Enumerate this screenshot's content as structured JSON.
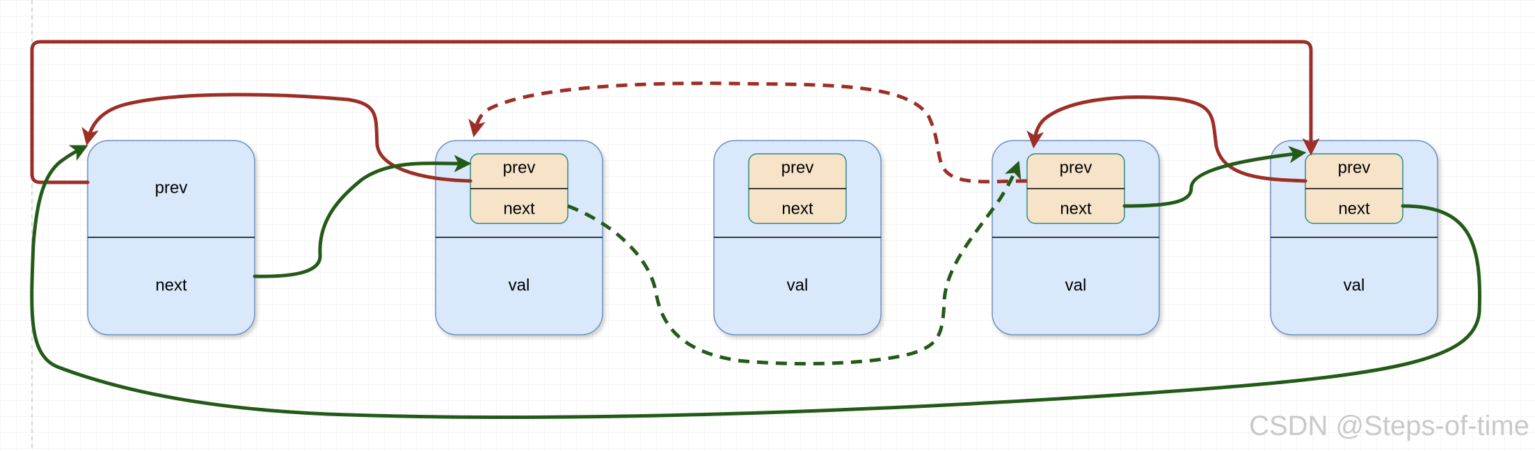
{
  "nodes": {
    "head": {
      "prev_label": "prev",
      "next_label": "next"
    },
    "node1": {
      "prev_label": "prev",
      "next_label": "next",
      "val_label": "val"
    },
    "node2": {
      "prev_label": "prev",
      "next_label": "next",
      "val_label": "val"
    },
    "node3": {
      "prev_label": "prev",
      "next_label": "next",
      "val_label": "val"
    },
    "node4": {
      "prev_label": "prev",
      "next_label": "next",
      "val_label": "val"
    }
  },
  "watermark": "CSDN @Steps-of-time",
  "colors": {
    "node_fill": "#dae8fc",
    "node_border": "#6c8ebf",
    "field_fill": "#f7e3c8",
    "field_border": "#2f8a80",
    "prev_arrow": "#9c2e26",
    "next_arrow": "#245a18",
    "grid": "#ebebeb"
  },
  "connectors": {
    "prev_pointer_color": "red",
    "next_pointer_color": "green",
    "removed_links_style": "dashed"
  }
}
